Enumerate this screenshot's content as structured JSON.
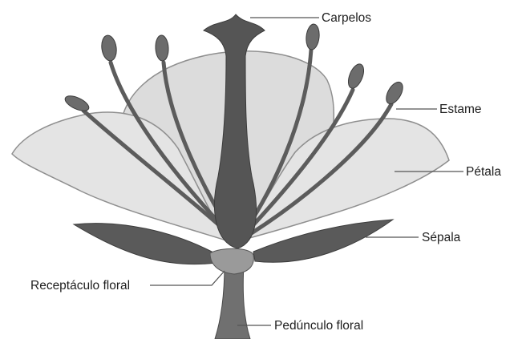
{
  "labels": {
    "carpels": "Carpelos",
    "stamen": "Estame",
    "petal": "Pétala",
    "sepal": "Sépala",
    "receptacle": "Receptáculo floral",
    "peduncle": "Pedúnculo floral"
  },
  "colors": {
    "petal_fill": "#e4e4e4",
    "petal_back_fill": "#dcdcdc",
    "petal_outline": "#8f8f8f",
    "sepal_fill": "#5a5a5a",
    "pistil_fill": "#555555",
    "stamen_stroke": "#5c5c5c",
    "anther_fill": "#6c6c6c",
    "receptacle_fill": "#9a9a9a",
    "peduncle_fill": "#707070",
    "label_text": "#1e1e1e",
    "leader_line": "#555555"
  }
}
